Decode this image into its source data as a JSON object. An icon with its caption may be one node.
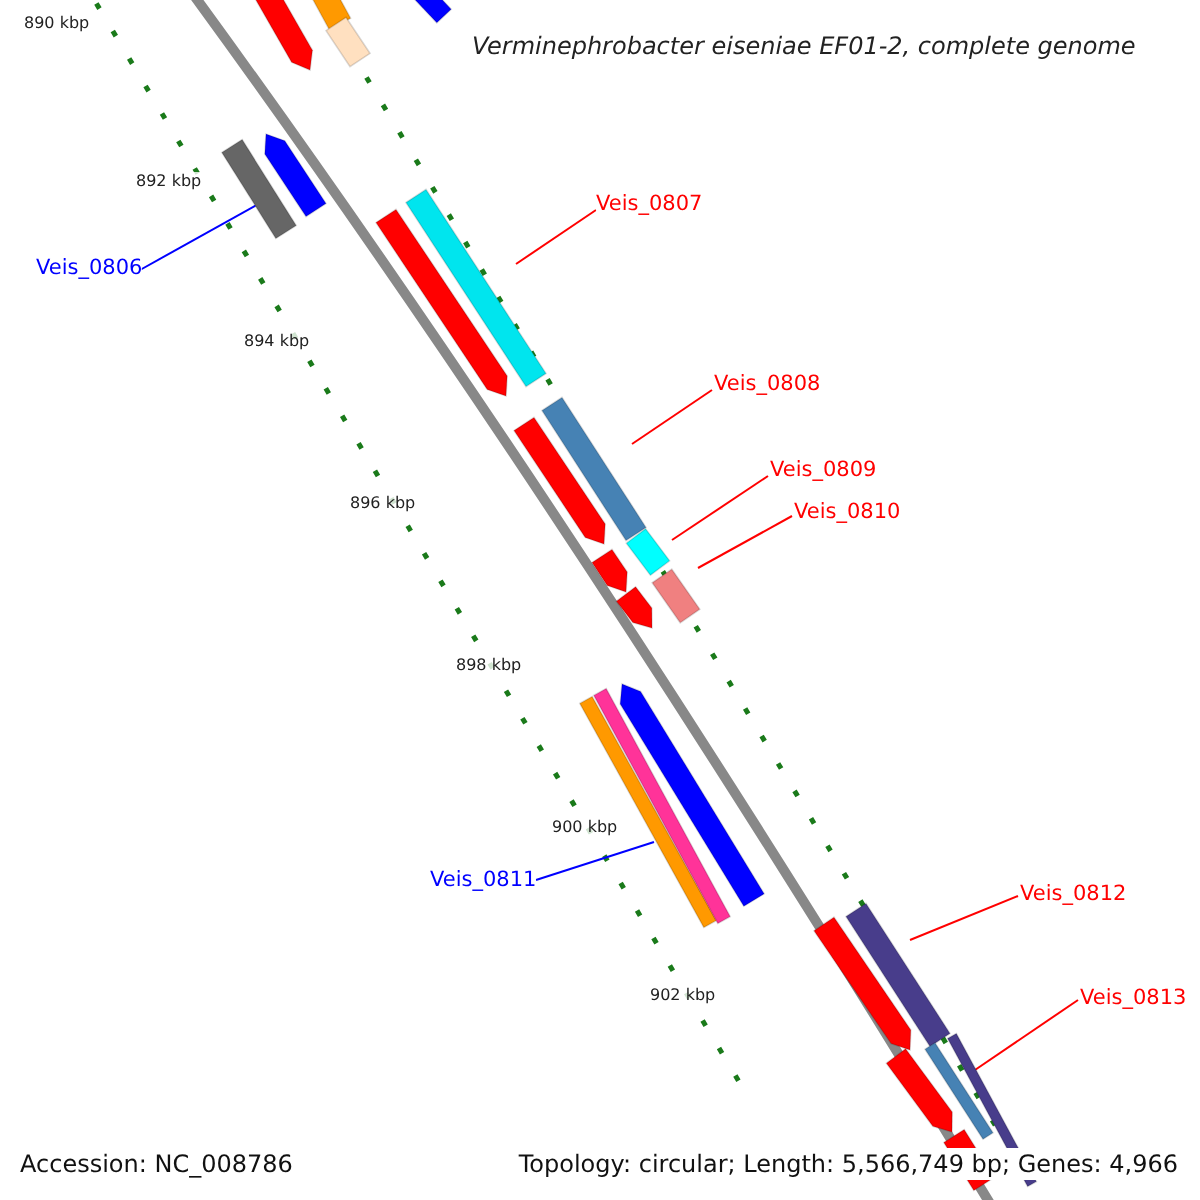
{
  "diagram": {
    "title": "Verminephrobacter eiseniae EF01-2, complete genome",
    "nodes": [
      {
        "text": [
          "Veis_0807"
        ]
      },
      {
        "text": [
          "Veis_0806"
        ]
      },
      {
        "text": [
          "Veis_0808"
        ]
      },
      {
        "text": [
          "Veis_0809"
        ]
      },
      {
        "text": [
          "Veis_0810"
        ]
      },
      {
        "text": [
          "Veis_0811"
        ]
      },
      {
        "text": [
          "Veis_0812"
        ]
      },
      {
        "text": [
          "Veis_0813"
        ]
      },
      {
        "text": [],
        "shape": "bar"
      },
      {
        "text": [],
        "shape": "bar"
      },
      {
        "text": [],
        "shape": "bar"
      },
      {
        "text": [],
        "shape": "bar"
      },
      {
        "text": [],
        "shape": "bar"
      },
      {
        "text": [],
        "shape": "bar"
      },
      {
        "text": [],
        "shape": "bar"
      },
      {
        "text": [],
        "shape": "bar"
      },
      {
        "text": [],
        "shape": "bar"
      },
      {
        "text": [],
        "shape": "bar"
      },
      {
        "text": [],
        "shape": "bar"
      },
      {
        "text": [],
        "shape": "bar"
      },
      {
        "text": [],
        "shape": "bar"
      },
      {
        "text": [],
        "shape": "bar"
      },
      {
        "text": [],
        "shape": "bar"
      },
      {
        "text": [],
        "shape": "bar"
      },
      {
        "text": [],
        "shape": "bar"
      },
      {
        "text": [],
        "shape": "bar"
      },
      {
        "text": [],
        "shape": "bar"
      },
      {
        "text": [],
        "shape": "bar"
      },
      {
        "text": [],
        "shape": "bar"
      },
      {
        "text": [],
        "shape": "bar"
      },
      {
        "text": [],
        "shape": "bar"
      }
    ],
    "edges": [
      {
        "from": 0,
        "to": 9,
        "arrow": "none"
      },
      {
        "from": 1,
        "to": 8,
        "arrow": "none",
        "color": "#0000ff"
      },
      {
        "from": 2,
        "to": 10,
        "arrow": "none"
      },
      {
        "from": 3,
        "to": 11,
        "arrow": "none"
      },
      {
        "from": 4,
        "to": 12,
        "arrow": "none"
      },
      {
        "from": 5,
        "to": 13,
        "arrow": "none",
        "color": "#0000ff"
      },
      {
        "from": 6,
        "to": 14,
        "arrow": "none"
      },
      {
        "from": 7,
        "to": 15,
        "arrow": "none"
      }
    ],
    "labels": [
      "890 kbp",
      "892 kbp",
      "894 kbp",
      "896 kbp",
      "898 kbp",
      "900 kbp",
      "902 kbp",
      "Accession: NC_008786",
      "Topology: circular; Length: 5,566,749 bp; Genes: 4,966"
    ]
  }
}
